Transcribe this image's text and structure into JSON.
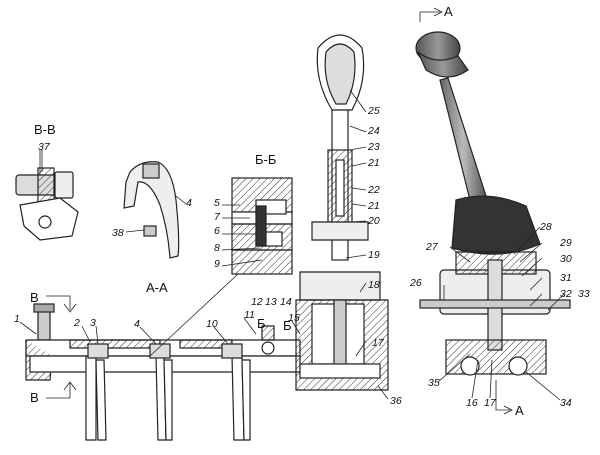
{
  "section_labels": {
    "vv": "В-В",
    "bb": "Б-Б",
    "aa": "А-А",
    "b_left": "Б",
    "b_right": "Б",
    "v_top": "В",
    "v_bottom": "В",
    "a_top": "А",
    "a_bottom": "А"
  },
  "callouts": {
    "c1": "1",
    "c2": "2",
    "c3": "3",
    "c4a": "4",
    "c4b": "4",
    "c5": "5",
    "c6": "6",
    "c7": "7",
    "c8": "8",
    "c9": "9",
    "c10": "10",
    "c11": "11",
    "c12": "12",
    "c13": "13",
    "c14": "14",
    "c15": "15",
    "c16": "16",
    "c17a": "17",
    "c17b": "17",
    "c18": "18",
    "c19": "19",
    "c20": "20",
    "c21a": "21",
    "c21b": "21",
    "c22": "22",
    "c23": "23",
    "c24": "24",
    "c25": "25",
    "c26": "26",
    "c27": "27",
    "c28": "28",
    "c29": "29",
    "c30": "30",
    "c31": "31",
    "c32": "32",
    "c33": "33",
    "c34": "34",
    "c35": "35",
    "c36": "36",
    "c37": "37",
    "c38": "38"
  }
}
